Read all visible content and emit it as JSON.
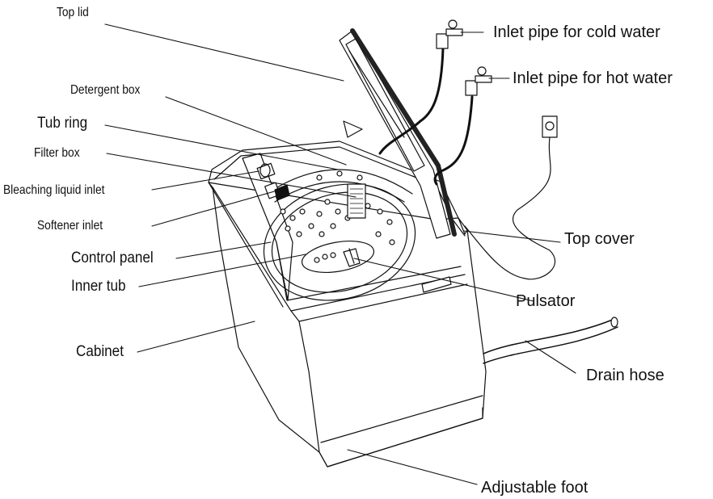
{
  "diagram": {
    "labels": {
      "top_lid": "Top lid",
      "detergent_box": "Detergent box",
      "tub_ring": "Tub ring",
      "filter_box": "Filter  box",
      "bleaching_liquid_inlet": "Bleaching  liquid  inlet",
      "softener_inlet": "Softener inlet",
      "control_panel": "Control panel",
      "inner_tub": "Inner tub",
      "cabinet": "Cabinet",
      "inlet_pipe_cold": "Inlet pipe for cold water",
      "inlet_pipe_hot": "Inlet pipe for  hot  water",
      "top_cover": "Top cover",
      "pulsator": "Pulsator",
      "drain_hose": "Drain hose",
      "adjustable_foot": "Adjustable foot"
    }
  }
}
